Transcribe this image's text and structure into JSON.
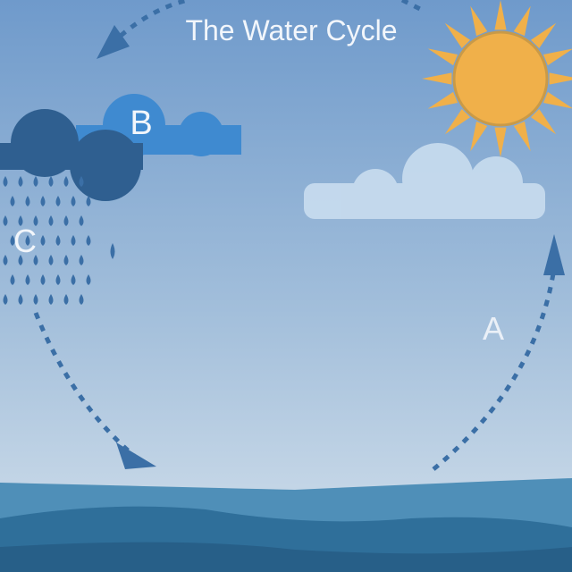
{
  "title": "The Water Cycle",
  "labels": {
    "a": "A",
    "b": "B",
    "c": "C"
  },
  "icons": [
    "sun-icon",
    "cloud-icon",
    "rain-cloud-icon",
    "raindrop-icon",
    "arrow-icon",
    "water-waves"
  ],
  "colors": {
    "sky_top": "#6f9acb",
    "sky_bottom": "#b9cfe2",
    "sun": "#f0b04a",
    "cloud_dark": "#2f5f90",
    "cloud_mid": "#3f8ad0",
    "cloud_light": "#c9ddef",
    "arrow": "#3b6fa6",
    "water_light": "#4f8fb8",
    "water_dark": "#2f6f9a"
  }
}
